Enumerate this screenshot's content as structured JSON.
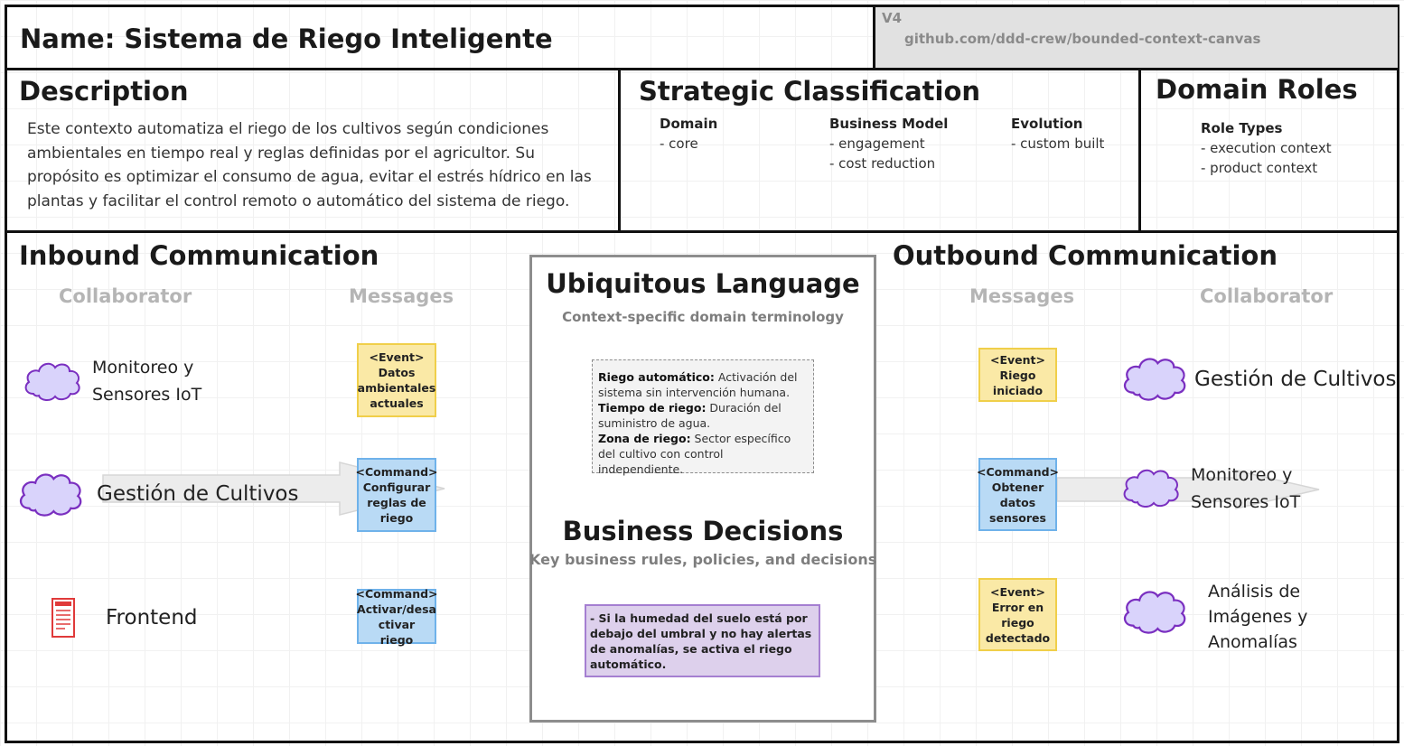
{
  "name": "Name: Sistema de Riego Inteligente",
  "version": "V4",
  "repo": "github.com/ddd-crew/bounded-context-canvas",
  "description": {
    "title": "Description",
    "text": "Este contexto automatiza el riego de los cultivos según condiciones ambientales en tiempo real y reglas definidas por el agricultor. Su propósito es optimizar el consumo de agua, evitar el estrés hídrico en las plantas y facilitar el control remoto o automático del sistema de riego."
  },
  "strategic": {
    "title": "Strategic Classification",
    "domain": {
      "head": "Domain",
      "items": [
        "- core"
      ]
    },
    "business_model": {
      "head": "Business Model",
      "items": [
        "- engagement",
        "- cost reduction"
      ]
    },
    "evolution": {
      "head": "Evolution",
      "items": [
        "- custom built"
      ]
    }
  },
  "roles": {
    "title": "Domain Roles",
    "head": "Role Types",
    "items": [
      "- execution context",
      "- product context"
    ]
  },
  "inbound": {
    "title": "Inbound Communication",
    "collaborator_head": "Collaborator",
    "messages_head": "Messages",
    "collaborators": [
      {
        "line1": "Monitoreo y",
        "line2": "Sensores IoT",
        "icon": "cloud-icon"
      },
      {
        "line1": "Gestión de Cultivos",
        "icon": "cloud-icon"
      },
      {
        "line1": "Frontend",
        "icon": "frontend-icon"
      }
    ],
    "messages": [
      {
        "type": "event",
        "l1": "<Event>",
        "l2": "Datos",
        "l3": "ambientales",
        "l4": "actuales"
      },
      {
        "type": "command",
        "l1": "<Command>",
        "l2": "Configurar",
        "l3": "reglas de",
        "l4": "riego"
      },
      {
        "type": "command",
        "l1": "<Command>",
        "l2": "Activar/desa",
        "l3": "ctivar riego"
      }
    ]
  },
  "ubiquitous": {
    "title": "Ubiquitous Language",
    "subtitle": "Context-specific domain terminology",
    "terms": [
      {
        "term": "Riego automático:",
        "def": " Activación del sistema sin intervención humana."
      },
      {
        "term": "Tiempo de riego:",
        "def": " Duración del suministro de agua."
      },
      {
        "term": "Zona de riego:",
        "def": " Sector específico del cultivo con control independiente."
      }
    ]
  },
  "decisions": {
    "title": "Business Decisions",
    "subtitle": "Key business rules, policies, and decisions",
    "text": "- Si la humedad del suelo está por debajo del umbral y no hay alertas de anomalías, se activa el riego automático."
  },
  "outbound": {
    "title": "Outbound Communication",
    "messages_head": "Messages",
    "collaborator_head": "Collaborator",
    "messages": [
      {
        "type": "event",
        "l1": "<Event>",
        "l2": "Riego",
        "l3": "iniciado"
      },
      {
        "type": "command",
        "l1": "<Command>",
        "l2": "Obtener",
        "l3": "datos",
        "l4": "sensores"
      },
      {
        "type": "event",
        "l1": "<Event>",
        "l2": "Error en",
        "l3": "riego",
        "l4": "detectado"
      }
    ],
    "collaborators": [
      {
        "line1": "Gestión de Cultivos",
        "icon": "cloud-icon"
      },
      {
        "line1": "Monitoreo y",
        "line2": "Sensores IoT",
        "icon": "cloud-icon"
      },
      {
        "line1": "Análisis de",
        "line2": "Imágenes y",
        "line3": "Anomalías",
        "icon": "cloud-icon"
      }
    ]
  },
  "colors": {
    "event_fill": "#fae9a6",
    "command_fill": "#b9daf5",
    "decision_fill": "#ddd0ec",
    "cloud_fill": "#d9d3fb",
    "cloud_stroke": "#7a2fc0"
  }
}
